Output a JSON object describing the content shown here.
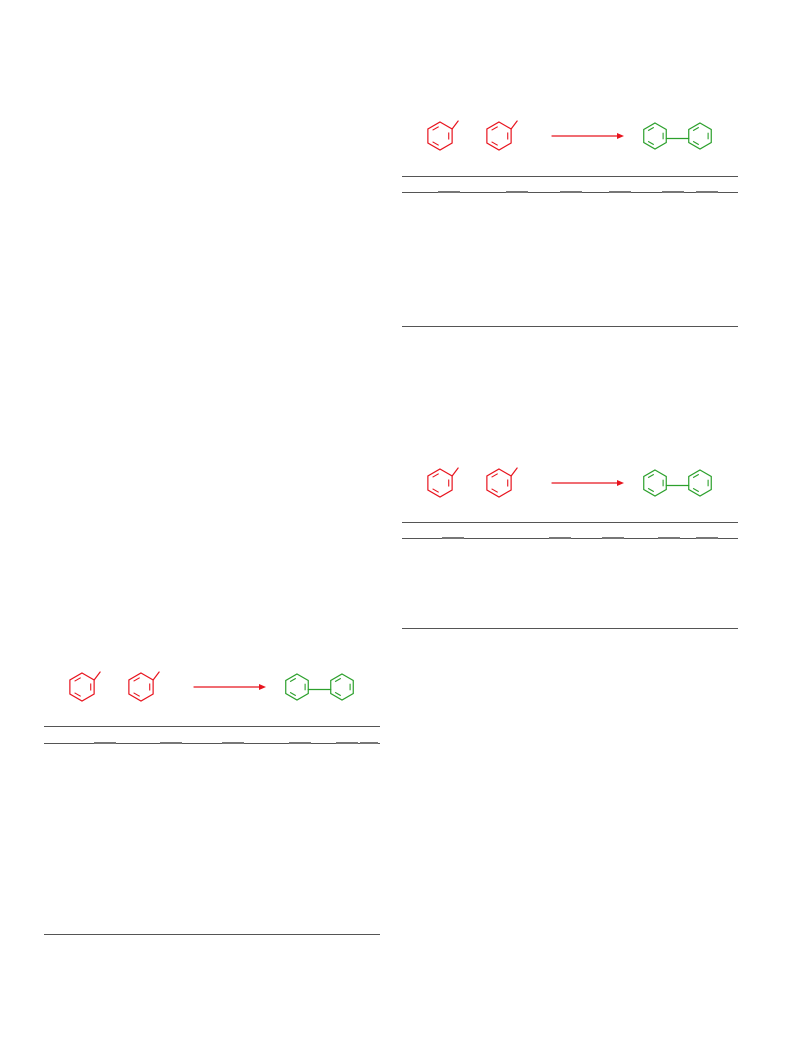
{
  "colors": {
    "reactant": "#e8141e",
    "product": "#2ca02c",
    "arrow": "#e8141e",
    "rule": "#555555"
  },
  "schemes": [
    {
      "reactants": [
        "aryl-reactant-1",
        "aryl-reactant-2"
      ],
      "product": "biphenyl-product",
      "table_header_underlines": 6
    },
    {
      "reactants": [
        "aryl-reactant-1",
        "aryl-reactant-2"
      ],
      "product": "biphenyl-product",
      "table_header_underlines": 5
    },
    {
      "reactants": [
        "aryl-reactant-1",
        "aryl-reactant-2"
      ],
      "product": "biphenyl-product",
      "table_header_underlines": 6
    }
  ]
}
